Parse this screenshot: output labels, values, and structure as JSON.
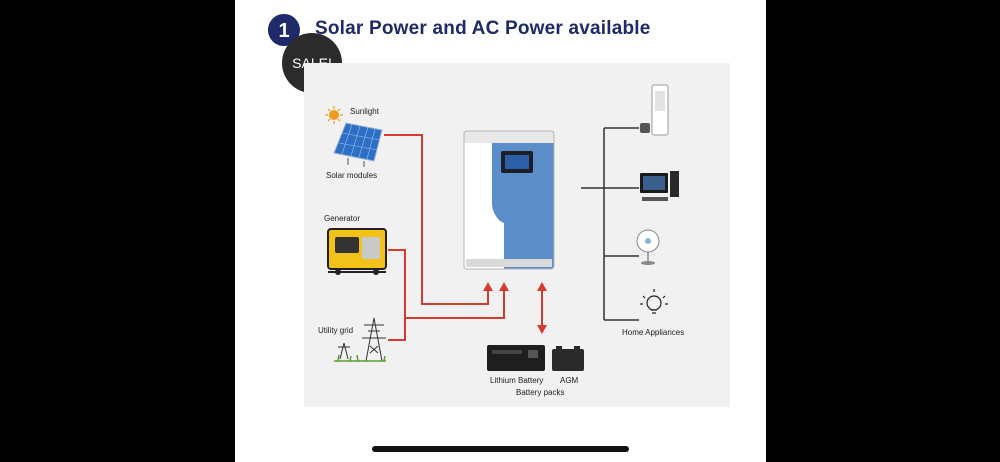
{
  "header": {
    "step_number": "1",
    "title": "Solar Power and AC Power available"
  },
  "badge": {
    "label": "SALE!"
  },
  "diagram": {
    "labels": {
      "sunlight": "Sunlight",
      "solar_modules": "Solar modules",
      "generator": "Generator",
      "utility_grid": "Utility grid",
      "lithium_battery": "Lithium Battery",
      "agm": "AGM",
      "battery_packs": "Battery packs",
      "home_appliances": "Home Appliances"
    },
    "colors": {
      "line_red": "#d63b2f",
      "inverter_blue": "#5b8ec9",
      "title_navy": "#1f2a6b"
    }
  }
}
